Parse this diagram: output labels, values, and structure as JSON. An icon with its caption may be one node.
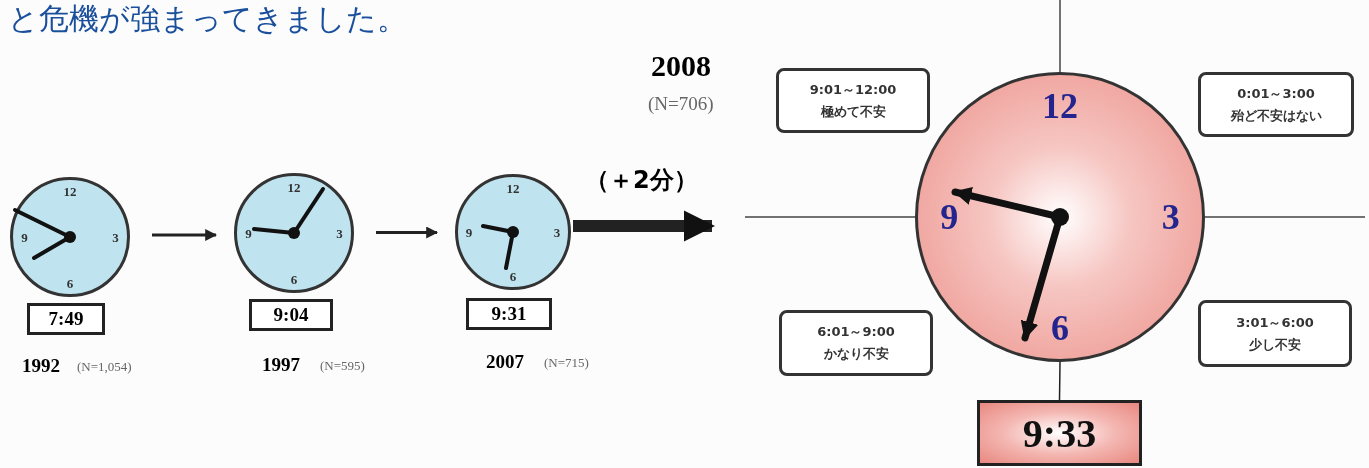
{
  "diagram": {
    "nodes": [
      {
        "text": [
          "12",
          "9",
          "3",
          "6"
        ]
      },
      {
        "text": [
          "7:49"
        ]
      },
      {
        "text": [
          "12",
          "9",
          "3",
          "6"
        ]
      },
      {
        "text": [
          "9:04"
        ]
      },
      {
        "text": [
          "12",
          "9",
          "3",
          "6"
        ]
      },
      {
        "text": [
          "9:31"
        ]
      },
      {
        "text": [
          "12",
          "9",
          "3",
          "6"
        ]
      },
      {
        "text": [
          "9:01～12:00",
          "極めて不安"
        ]
      },
      {
        "text": [
          "0:01～3:00",
          "殆ど不安はない"
        ]
      },
      {
        "text": [
          "6:01～9:00",
          "かなり不安"
        ]
      },
      {
        "text": [
          "3:01～6:00",
          "少し不安"
        ]
      },
      {
        "text": [
          "9:33"
        ]
      }
    ],
    "edges": [
      {
        "from": 0,
        "to": 2,
        "arrow": "to"
      },
      {
        "from": 2,
        "to": 4,
        "arrow": "to"
      },
      {
        "from": 4,
        "to": null,
        "arrow": "to",
        "label": "（＋2分）",
        "style": "thick"
      },
      {
        "from": 6,
        "to": 11,
        "arrow": "none"
      }
    ],
    "labels": [
      "と危機が強まってきました。",
      "2008",
      "(N=706)",
      "1992",
      "(N=1,054)",
      "1997",
      "(N=595)",
      "2007",
      "(N=715)"
    ]
  }
}
